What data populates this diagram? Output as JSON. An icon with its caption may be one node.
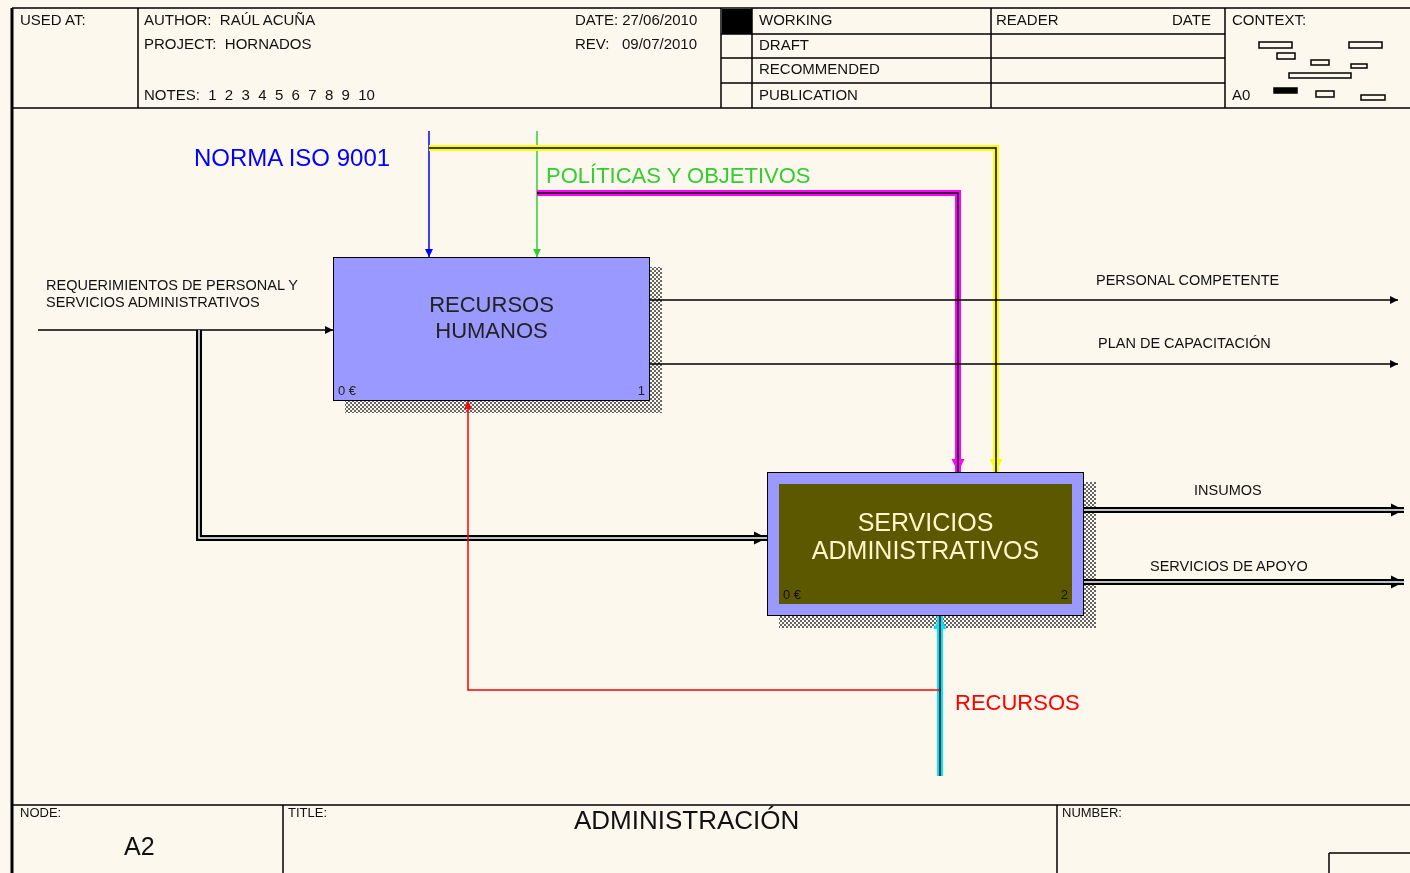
{
  "diagram": {
    "title": "ADMINISTRACIÓN",
    "nodes": [
      {
        "text": [
          "RECURSOS HUMANOS",
          "0 €",
          "1"
        ]
      },
      {
        "text": [
          "SERVICIOS ADMINISTRATIVOS",
          "0 €",
          "2"
        ]
      }
    ],
    "edges": [
      {
        "from": null,
        "to": 0,
        "arrow": "to",
        "label": "NORMA ISO 9001",
        "color": "#0000ff"
      },
      {
        "from": null,
        "to": 0,
        "arrow": "to",
        "label": "POLÍTICAS Y OBJETIVOS",
        "color": "#33cc33"
      },
      {
        "from": null,
        "to": 1,
        "arrow": "to",
        "style": "thick",
        "color": "#ff00ff"
      },
      {
        "from": null,
        "to": 1,
        "arrow": "to",
        "style": "thick",
        "color": "#ffff00"
      },
      {
        "from": null,
        "to": 0,
        "arrow": "to",
        "label": "REQUERIMIENTOS DE PERSONAL Y SERVICIOS ADMINISTRATIVOS"
      },
      {
        "from": null,
        "to": 1,
        "arrow": "to",
        "style": "thick"
      },
      {
        "from": 0,
        "to": null,
        "arrow": "to",
        "label": "PERSONAL COMPETENTE"
      },
      {
        "from": 0,
        "to": null,
        "arrow": "to",
        "label": "PLAN DE CAPACITACIÓN"
      },
      {
        "from": 1,
        "to": null,
        "arrow": "to",
        "label": "INSUMOS",
        "style": "thick"
      },
      {
        "from": 1,
        "to": null,
        "arrow": "to",
        "label": "SERVICIOS DE APOYO",
        "style": "thick"
      },
      {
        "from": null,
        "to": 1,
        "arrow": "to",
        "style": "thick",
        "color": "#00e5ff"
      },
      {
        "from": null,
        "to": 0,
        "arrow": "to",
        "label": "RECURSOS",
        "color": "#ff0000"
      }
    ],
    "labels": [
      "USED AT:",
      "AUTHOR:  RAÚL ACUÑA",
      "DATE: 27/06/2010",
      "PROJECT:  HORNADOS",
      "REV:   09/07/2010",
      "NOTES:  1  2  3  4  5  6  7  8  9  10",
      "WORKING",
      "READER",
      "DATE",
      "CONTEXT:",
      "DRAFT",
      "RECOMMENDED",
      "PUBLICATION",
      "A0",
      "NODE:",
      "A2",
      "TITLE:",
      "NUMBER:"
    ]
  }
}
